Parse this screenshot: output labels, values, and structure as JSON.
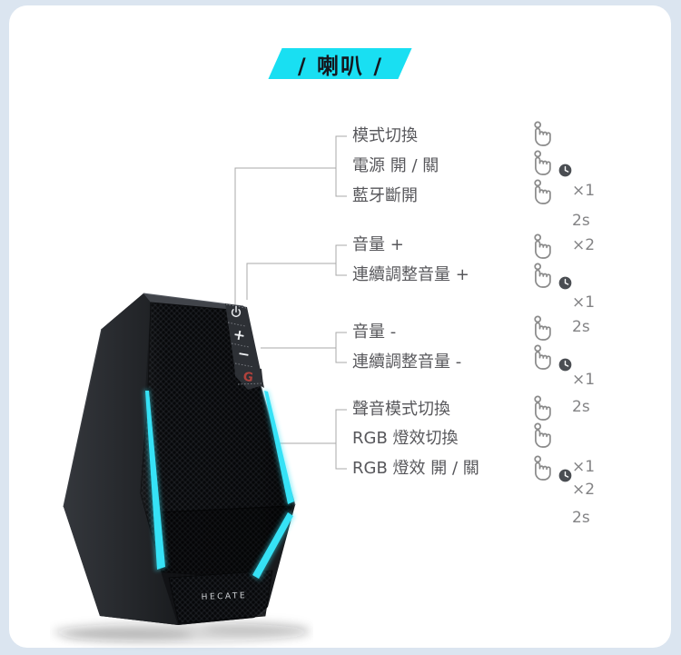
{
  "header": {
    "title": "/ 喇叭 /"
  },
  "speaker": {
    "brand": "HECATE",
    "accent_color": "#36e2f6",
    "buttons": [
      {
        "id": "power",
        "name": "power-button"
      },
      {
        "id": "volume-up",
        "glyph": "+"
      },
      {
        "id": "volume-down",
        "glyph": "−"
      },
      {
        "id": "game-mode",
        "glyph": "G",
        "color": "#b2423c"
      }
    ]
  },
  "annotations": {
    "groups": [
      {
        "labels": [
          "模式切換",
          "電源 開 / 關",
          "藍牙斷開"
        ]
      },
      {
        "labels": [
          "音量 +",
          "連續調整音量 +"
        ]
      },
      {
        "labels": [
          "音量 -",
          "連續調整音量 -"
        ]
      },
      {
        "labels": [
          "聲音模式切換",
          "RGB 燈效切換",
          "RGB 燈效 開 / 關"
        ]
      }
    ],
    "gesture_rows": [
      {
        "icon": "tap",
        "text": ""
      },
      {
        "icon": "tap-hold",
        "text": ""
      },
      {
        "icon": "tap",
        "text": "×1"
      },
      {
        "icon": "none",
        "text": "2s"
      },
      {
        "icon": "tap",
        "text": "×2"
      },
      {
        "icon": "tap-hold",
        "text": ""
      },
      {
        "icon": "none",
        "text": "×1"
      },
      {
        "icon": "tap",
        "text": "2s"
      },
      {
        "icon": "tap-hold",
        "text": ""
      },
      {
        "icon": "none",
        "text": "×1"
      },
      {
        "icon": "tap",
        "text": "2s"
      },
      {
        "icon": "tap",
        "text": ""
      },
      {
        "icon": "tap-hold",
        "text": "×1"
      },
      {
        "icon": "none",
        "text": "×2"
      },
      {
        "icon": "none",
        "text": "2s"
      }
    ]
  },
  "colors": {
    "page_bg": "#dbe5f0",
    "card_bg": "#ffffff",
    "banner": "#19dff2",
    "label_text": "#57575b",
    "line": "#a8a8a8",
    "gesture_gray": "#8a8a8a"
  }
}
